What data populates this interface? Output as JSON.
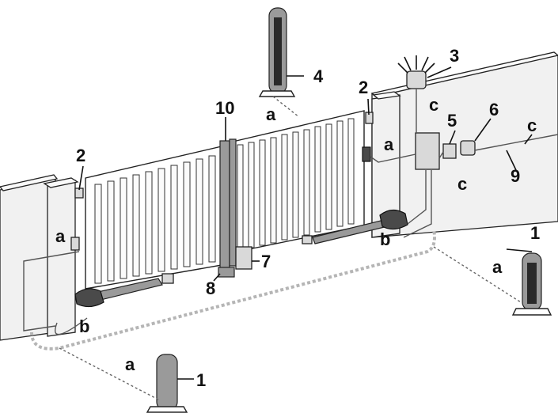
{
  "labels": {
    "post_right": "1",
    "post_left": "1",
    "photocell_left": "2",
    "photocell_right": "2",
    "flashing_light": "3",
    "column_top": "4",
    "key_selector": "5",
    "disconnect_switch": "6",
    "lock": "7",
    "stop": "8",
    "cable_run": "9",
    "center_post": "10",
    "a_top": "a",
    "a_mid": "a",
    "a_left": "a",
    "a_right": "a",
    "a_bottom": "a",
    "b_left": "b",
    "b_right": "b",
    "c_top": "c",
    "c_right": "c",
    "c_mid": "c"
  },
  "colors": {
    "line": "#111111",
    "cable": "#b5b5b5",
    "metal": "#9a9a9a"
  }
}
